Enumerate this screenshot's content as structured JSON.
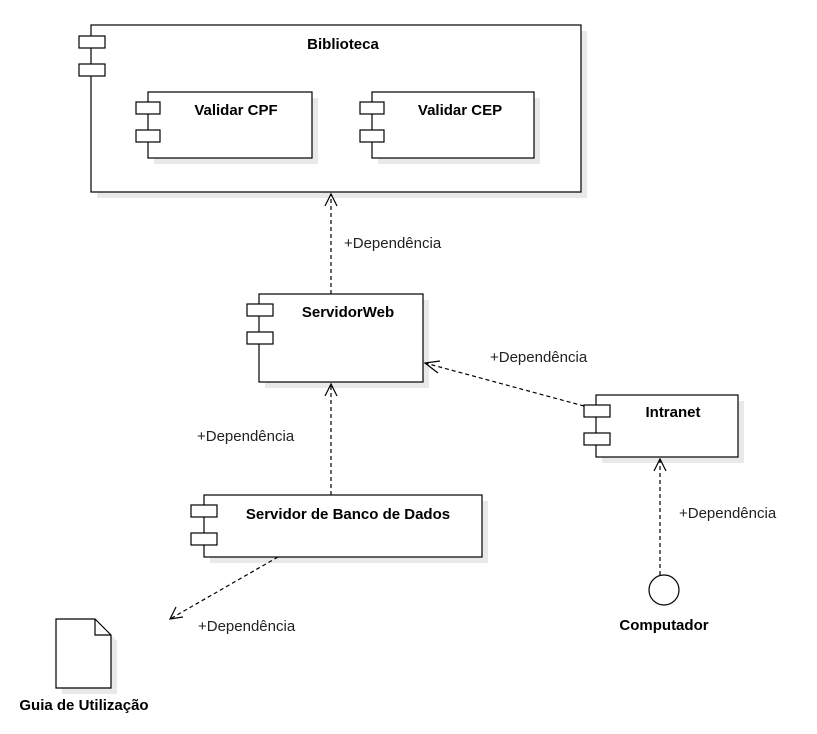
{
  "components": {
    "biblioteca": "Biblioteca",
    "validar_cpf": "Validar CPF",
    "validar_cep": "Validar CEP",
    "servidor_web": "ServidorWeb",
    "intranet": "Intranet",
    "servidor_banco": "Servidor de Banco de Dados"
  },
  "artifact": {
    "guia": "Guia de Utilização"
  },
  "interface": {
    "computador": "Computador"
  },
  "dependencies": {
    "web_to_biblioteca": "+Dependência",
    "intranet_to_web": "+Dependência",
    "banco_to_web": "+Dependência",
    "computador_to_intranet": "+Dependência",
    "banco_to_guia": "+Dependência"
  }
}
